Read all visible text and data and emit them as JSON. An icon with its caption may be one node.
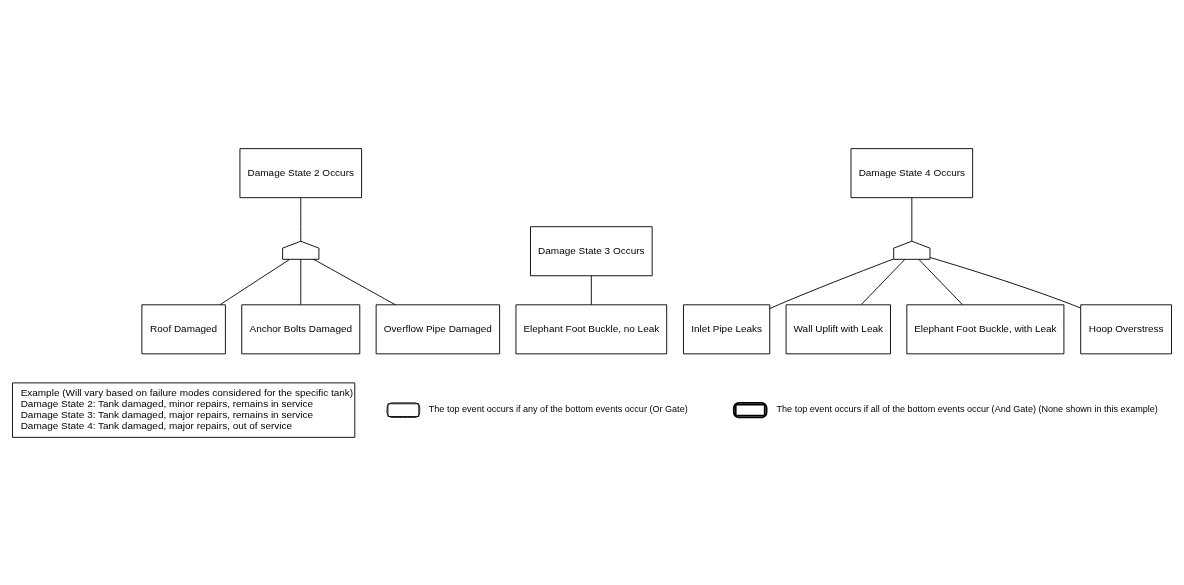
{
  "diagram": {
    "nodes": [
      {
        "text": [
          "Damage State 2 Occurs"
        ]
      },
      {
        "text": [],
        "shape": "gate"
      },
      {
        "text": [
          "Roof Damaged"
        ]
      },
      {
        "text": [
          "Anchor Bolts Damaged"
        ]
      },
      {
        "text": [
          "Overflow Pipe Damaged"
        ]
      },
      {
        "text": [
          "Damage State 3 Occurs"
        ]
      },
      {
        "text": [
          "Elephant Foot Buckle, no Leak"
        ]
      },
      {
        "text": [
          "Damage State 4 Occurs"
        ]
      },
      {
        "text": [],
        "shape": "gate"
      },
      {
        "text": [
          "Inlet Pipe Leaks"
        ]
      },
      {
        "text": [
          "Wall Uplift with Leak"
        ]
      },
      {
        "text": [
          "Elephant Foot Buckle, with Leak"
        ]
      },
      {
        "text": [
          "Hoop Overstress"
        ]
      },
      {
        "text": [
          "Example (Will vary based on failure modes considered for the specific tank)",
          "Damage State 2: Tank damaged, minor repairs, remains in service",
          "Damage State 3: Tank damaged, major repairs, remains in service",
          "Damage State 4: Tank damaged, major repairs, out of service"
        ]
      }
    ],
    "edges": [
      {
        "from": 0,
        "to": 1,
        "arrow": "none"
      },
      {
        "from": 1,
        "to": 2,
        "arrow": "none"
      },
      {
        "from": 1,
        "to": 3,
        "arrow": "none"
      },
      {
        "from": 1,
        "to": 4,
        "arrow": "none"
      },
      {
        "from": 5,
        "to": 6,
        "arrow": "none"
      },
      {
        "from": 7,
        "to": 8,
        "arrow": "none"
      },
      {
        "from": 8,
        "to": 9,
        "arrow": "none"
      },
      {
        "from": 8,
        "to": 10,
        "arrow": "none"
      },
      {
        "from": 8,
        "to": 11,
        "arrow": "none"
      },
      {
        "from": 8,
        "to": 12,
        "arrow": "none"
      }
    ],
    "legend": [
      {
        "text": "The top event occurs if any of the bottom events occur (Or Gate)"
      },
      {
        "text": "The top event occurs if all of the bottom events occur (And Gate) (None shown in this example)"
      }
    ]
  }
}
